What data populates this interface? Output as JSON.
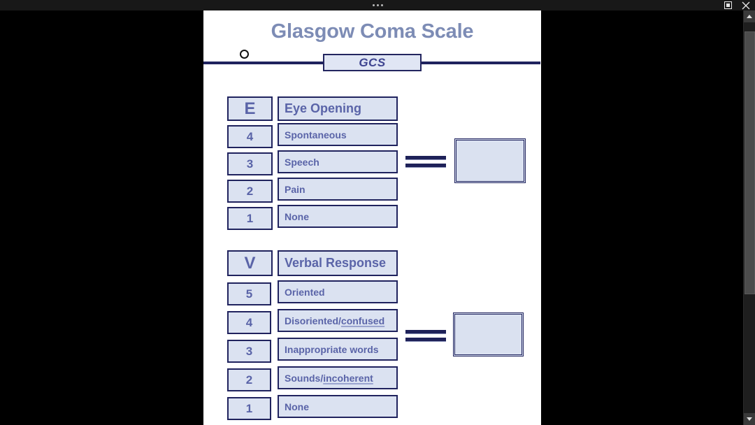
{
  "window": {
    "titlebar_dots": "...",
    "controls": [
      {
        "name": "restore-button",
        "label": "Restore"
      },
      {
        "name": "close-button",
        "label": "Close"
      }
    ],
    "scrollbar": {
      "up_arrow": "▲",
      "down_arrow": "▼"
    }
  },
  "document": {
    "title": "Glasgow Coma Scale",
    "badge": "GCS",
    "sections": [
      {
        "letter": "E",
        "heading": "Eye Opening",
        "items": [
          {
            "score": "4",
            "label": "Spontaneous"
          },
          {
            "score": "3",
            "label": "Speech"
          },
          {
            "score": "2",
            "label": "Pain"
          },
          {
            "score": "1",
            "label": "None"
          }
        ],
        "equals": "=",
        "result": ""
      },
      {
        "letter": "V",
        "heading": "Verbal Response",
        "items": [
          {
            "score": "5",
            "label": "Oriented"
          },
          {
            "score": "4",
            "label": "Disoriented/confused",
            "label_plain": "Disoriented/",
            "label_spell": "confused"
          },
          {
            "score": "3",
            "label": "Inappropriate words"
          },
          {
            "score": "2",
            "label": "Sounds/incoherent",
            "label_plain": "Sounds/",
            "label_spell": "incoherent"
          },
          {
            "score": "1",
            "label": "None"
          }
        ],
        "equals": "=",
        "result": ""
      }
    ]
  },
  "colors": {
    "title_text": "#7d8cb5",
    "box_fill": "#dbe2f1",
    "box_border": "#20235e",
    "box_text": "#5a64a8",
    "badge_text": "#3e4490",
    "page_bg": "#ffffff",
    "app_bg": "#000000"
  }
}
